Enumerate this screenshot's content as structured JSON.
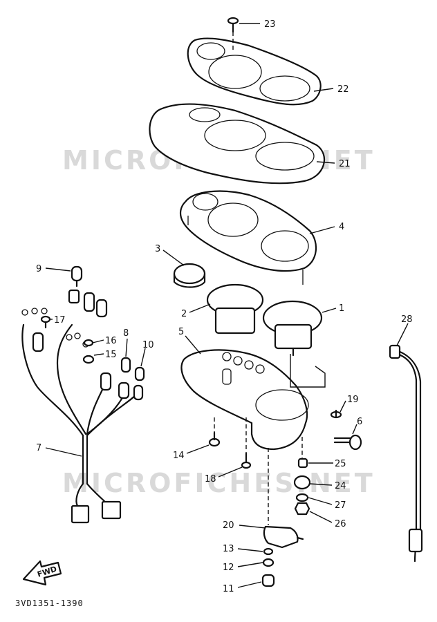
{
  "watermark": "MICROFICHES.NET",
  "diagram_code": "3VD1351-1390",
  "direction_label": "FWD",
  "callouts": [
    {
      "id": "23",
      "label": "23"
    },
    {
      "id": "22",
      "label": "22"
    },
    {
      "id": "21",
      "label": "21"
    },
    {
      "id": "4",
      "label": "4"
    },
    {
      "id": "3",
      "label": "3"
    },
    {
      "id": "9",
      "label": "9"
    },
    {
      "id": "2",
      "label": "2"
    },
    {
      "id": "1",
      "label": "1"
    },
    {
      "id": "17",
      "label": "17"
    },
    {
      "id": "5",
      "label": "5"
    },
    {
      "id": "8",
      "label": "8"
    },
    {
      "id": "16",
      "label": "16"
    },
    {
      "id": "10",
      "label": "10"
    },
    {
      "id": "15",
      "label": "15"
    },
    {
      "id": "28",
      "label": "28"
    },
    {
      "id": "19",
      "label": "19"
    },
    {
      "id": "6",
      "label": "6"
    },
    {
      "id": "7",
      "label": "7"
    },
    {
      "id": "14",
      "label": "14"
    },
    {
      "id": "25",
      "label": "25"
    },
    {
      "id": "18",
      "label": "18"
    },
    {
      "id": "24",
      "label": "24"
    },
    {
      "id": "27",
      "label": "27"
    },
    {
      "id": "20",
      "label": "20"
    },
    {
      "id": "26",
      "label": "26"
    },
    {
      "id": "13",
      "label": "13"
    },
    {
      "id": "12",
      "label": "12"
    },
    {
      "id": "11",
      "label": "11"
    }
  ]
}
